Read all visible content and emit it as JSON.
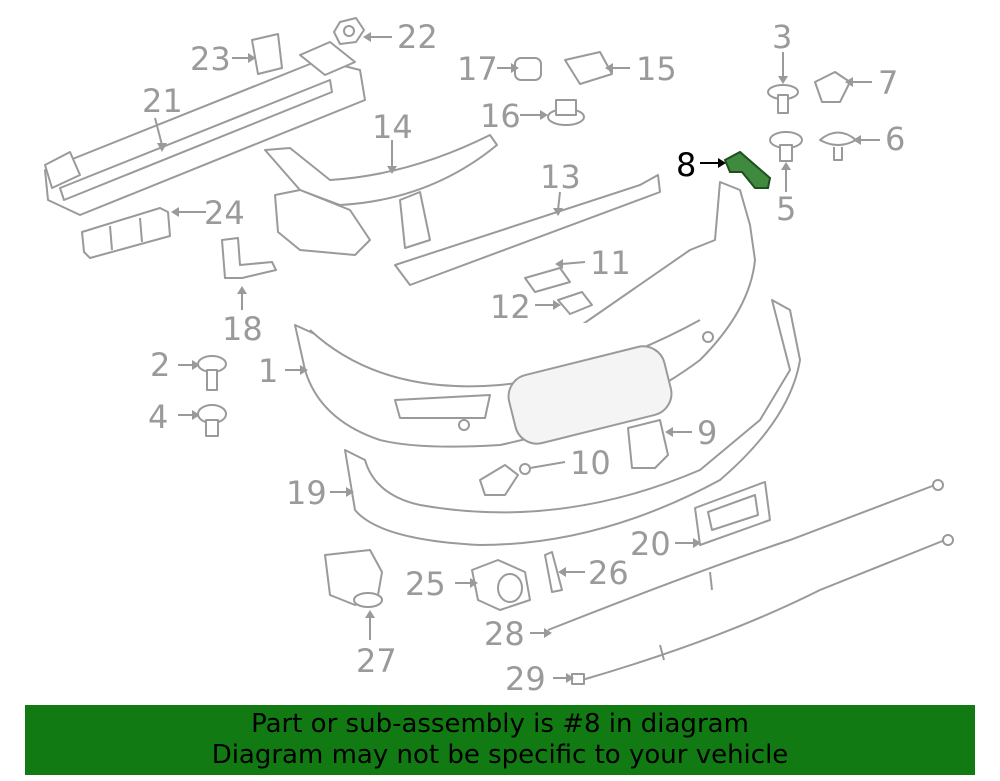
{
  "diagram": {
    "callouts": {
      "c1": "1",
      "c2": "2",
      "c3": "3",
      "c4": "4",
      "c5": "5",
      "c6": "6",
      "c7": "7",
      "c8": "8",
      "c9": "9",
      "c10": "10",
      "c11": "11",
      "c12": "12",
      "c13": "13",
      "c14": "14",
      "c15": "15",
      "c16": "16",
      "c17": "17",
      "c18": "18",
      "c19": "19",
      "c20": "20",
      "c21": "21",
      "c22": "22",
      "c23": "23",
      "c24": "24",
      "c25": "25",
      "c26": "26",
      "c27": "27",
      "c28": "28",
      "c29": "29"
    },
    "highlighted_part": "8",
    "colors": {
      "line_art": "#9a9a9a",
      "highlight_part": "#3f8a3f",
      "banner_background": "#127a12"
    }
  },
  "banner": {
    "line1": "Part or sub-assembly is #8 in diagram",
    "line2": "Diagram may not be specific to your vehicle"
  }
}
